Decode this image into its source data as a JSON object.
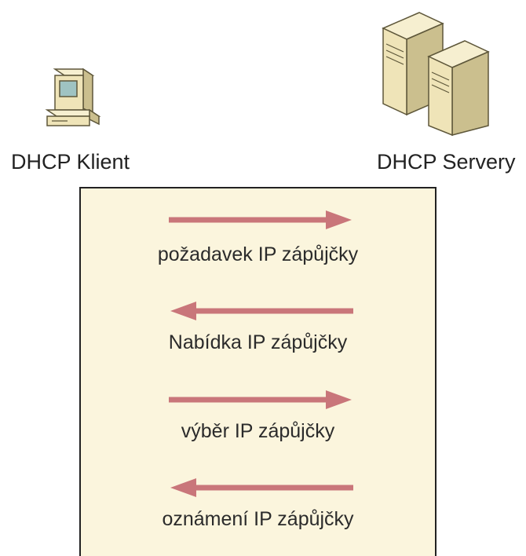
{
  "nodes": {
    "client": {
      "label": "DHCP Klient",
      "icon": "workstation-icon"
    },
    "server": {
      "label": "DHCP Servery",
      "icon": "servers-icon"
    }
  },
  "messages": [
    {
      "label": "požadavek IP zápůjčky",
      "direction": "right"
    },
    {
      "label": "Nabídka IP zápůjčky",
      "direction": "left"
    },
    {
      "label": "výběr IP zápůjčky",
      "direction": "right"
    },
    {
      "label": "oznámení IP zápůjčky",
      "direction": "left"
    }
  ],
  "colors": {
    "arrow": "#c9767a",
    "panel": "#fbf5dd",
    "device": "#efe4b8"
  }
}
